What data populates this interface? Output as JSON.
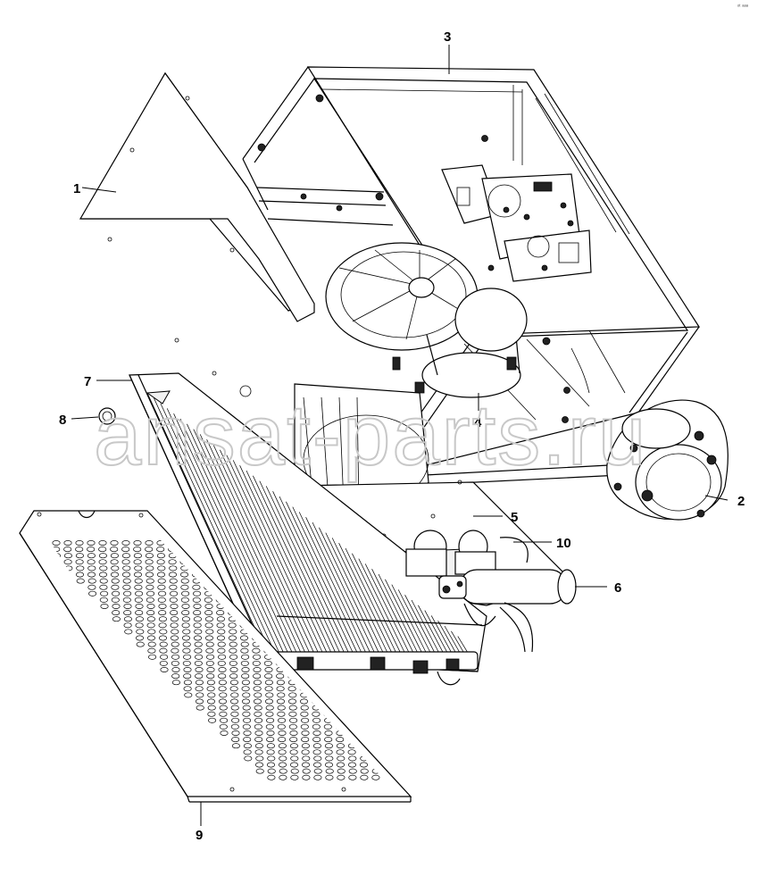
{
  "diagram": {
    "watermark_text": "ansat-parts.ru",
    "corner_mark": "ᵒᵗ ᵃᵃᵃ",
    "callouts": [
      {
        "id": "1",
        "label": "1"
      },
      {
        "id": "2",
        "label": "2"
      },
      {
        "id": "3",
        "label": "3"
      },
      {
        "id": "4",
        "label": "4"
      },
      {
        "id": "5",
        "label": "5"
      },
      {
        "id": "6",
        "label": "6"
      },
      {
        "id": "7",
        "label": "7"
      },
      {
        "id": "8",
        "label": "8"
      },
      {
        "id": "9",
        "label": "9"
      },
      {
        "id": "10",
        "label": "10"
      }
    ]
  }
}
